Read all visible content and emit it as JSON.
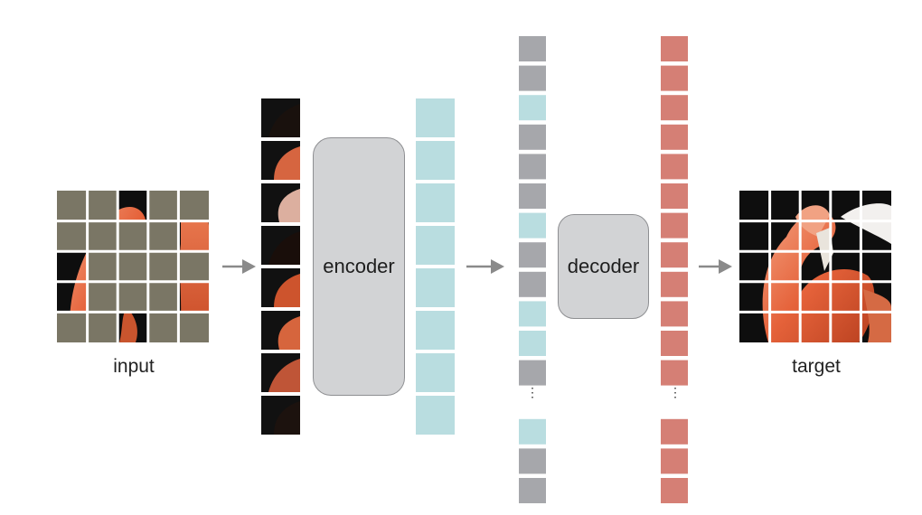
{
  "labels": {
    "input": "input",
    "target": "target",
    "encoder": "encoder",
    "decoder": "decoder",
    "ellipsis": "⋮"
  },
  "colors": {
    "mask_patch": "#7a7665",
    "encoded_token": "#b9dde0",
    "mask_token": "#a6a7ab",
    "predicted_token": "#d57f75",
    "box_fill": "#d2d3d5",
    "arrow": "#8a8a8a"
  },
  "input_grid": {
    "rows": 5,
    "cols": 5,
    "visible_patches": [
      [
        0,
        2
      ],
      [
        1,
        4
      ],
      [
        2,
        0
      ],
      [
        3,
        0
      ],
      [
        3,
        4
      ],
      [
        4,
        2
      ]
    ]
  },
  "encoded_tokens_count": 8,
  "mixed_sequence": [
    "mask",
    "mask",
    "encoded",
    "mask",
    "mask",
    "mask",
    "encoded",
    "mask",
    "mask",
    "encoded",
    "encoded",
    "mask",
    "ellipsis",
    "encoded",
    "mask",
    "mask"
  ],
  "predicted_sequence_count": 16
}
